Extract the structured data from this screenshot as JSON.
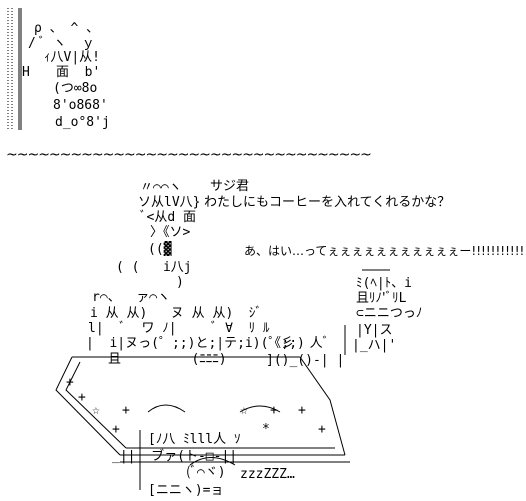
{
  "art_top": {
    "lines": [
      "ρ 、 ^ 、",
      "/ ﾞ ヽ  ｙ",
      "ｨ八V|从!",
      "面  b'",
      "(つ∞8o",
      "8'o868'",
      "d_o°8'j"
    ],
    "h_label": "H"
  },
  "separator": "~~~~~~~~~~~~~~~~~~~~~~~~~~~~~~~~~~",
  "dialogue": {
    "speaker_name": "サジ君",
    "speaker_line": "わたしにもコーヒーを入れてくれるかな？",
    "reply": "あ、はい…ってぇぇぇぇぇぇぇぇぇぇぇー!!!!!!!!!!!"
  },
  "art_bottom": {
    "lines": [
      "〃⌒⌒ヽ",
      "ソ从lV八}",
      "ﾞ<从d 面",
      "〉《ソ>",
      "((▓",
      "( (   i八j",
      ")",
      "r⌒、  ァ⌒ヽ",
      "i 从 从)   ヌ 从 从)  ｼﾞ",
      "l|  ﾞ  ワ ﾉ|     ﾞ ∀  ﾘ ﾙ",
      "|  i|ヌっ(゜;;)と;|テ;i)(゜;;)",
      "且         (ﾆﾆﾆ)",
      "ﾐ(ﾍ|ﾄ、i",
      "且ﾘﾉ'ﾞﾘL",
      "⊂ニニつっﾉ",
      "|Y|ス",
      "|_ハ|'",
      "《彡  人ﾞ",
      "]()_()-| |",
      "zzzZZZ…",
      "[ニニヽ)=ョ",
      "[ﾉ八 ﾐlll人 ｿ",
      "_||  ブァ(ト-□-||",
      "(ﾞ⌒ヾ)"
    ],
    "marks": [
      "+",
      "+",
      "☆",
      "+",
      "☆",
      "+",
      "+",
      "*",
      "+",
      "+"
    ]
  }
}
